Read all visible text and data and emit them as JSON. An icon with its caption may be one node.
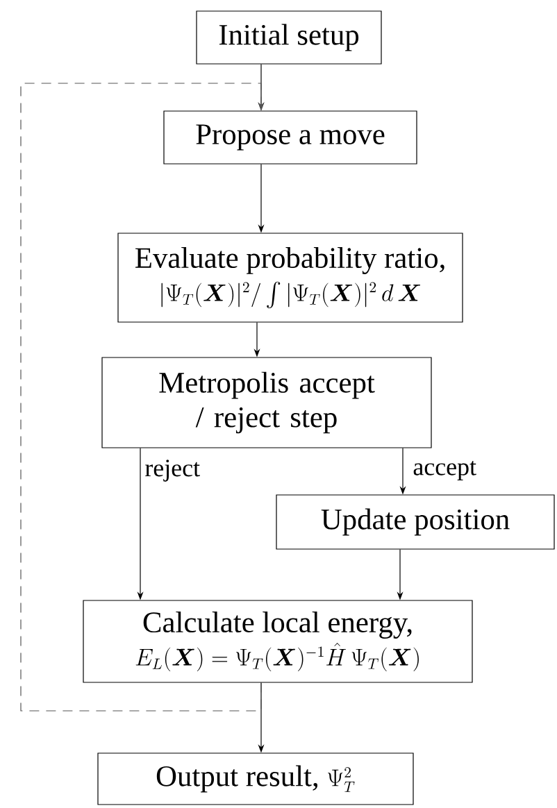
{
  "diagram": {
    "nodes": [
      {
        "text": [
          "Initial setup"
        ]
      },
      {
        "text": [
          "Propose a move"
        ]
      },
      {
        "text": [
          "Evaluate probability ratio,",
          "|\\Psi_T(\\boldsymbol{X})|^2 / \\int |\\Psi_T(\\boldsymbol{X})|^2 \\, d\\,\\boldsymbol{X}"
        ]
      },
      {
        "text": [
          "Metropolis accept / reject step"
        ]
      },
      {
        "text": [
          "Update position"
        ]
      },
      {
        "text": [
          "Calculate local energy,",
          "E_L(\\boldsymbol{X}) = \\Psi_T(\\boldsymbol{X})^{-1} \\hat{H}\\, \\Psi_T(\\boldsymbol{X})"
        ]
      },
      {
        "text": [
          "Output result,",
          "\\Psi_T^2"
        ]
      }
    ],
    "edges": [
      {
        "from": 0,
        "to": 1,
        "arrow": "to"
      },
      {
        "from": 1,
        "to": 2,
        "arrow": "to"
      },
      {
        "from": 2,
        "to": 3,
        "arrow": "to"
      },
      {
        "from": 3,
        "to": 5,
        "arrow": "to",
        "label": "reject"
      },
      {
        "from": 3,
        "to": 4,
        "arrow": "to",
        "label": "accept"
      },
      {
        "from": 4,
        "to": 5,
        "arrow": "to"
      },
      {
        "from": 5,
        "to": 6,
        "arrow": "to"
      },
      {
        "from": 5,
        "to": 1,
        "arrow": "to",
        "style": "dashed",
        "color": "#555555"
      }
    ]
  }
}
